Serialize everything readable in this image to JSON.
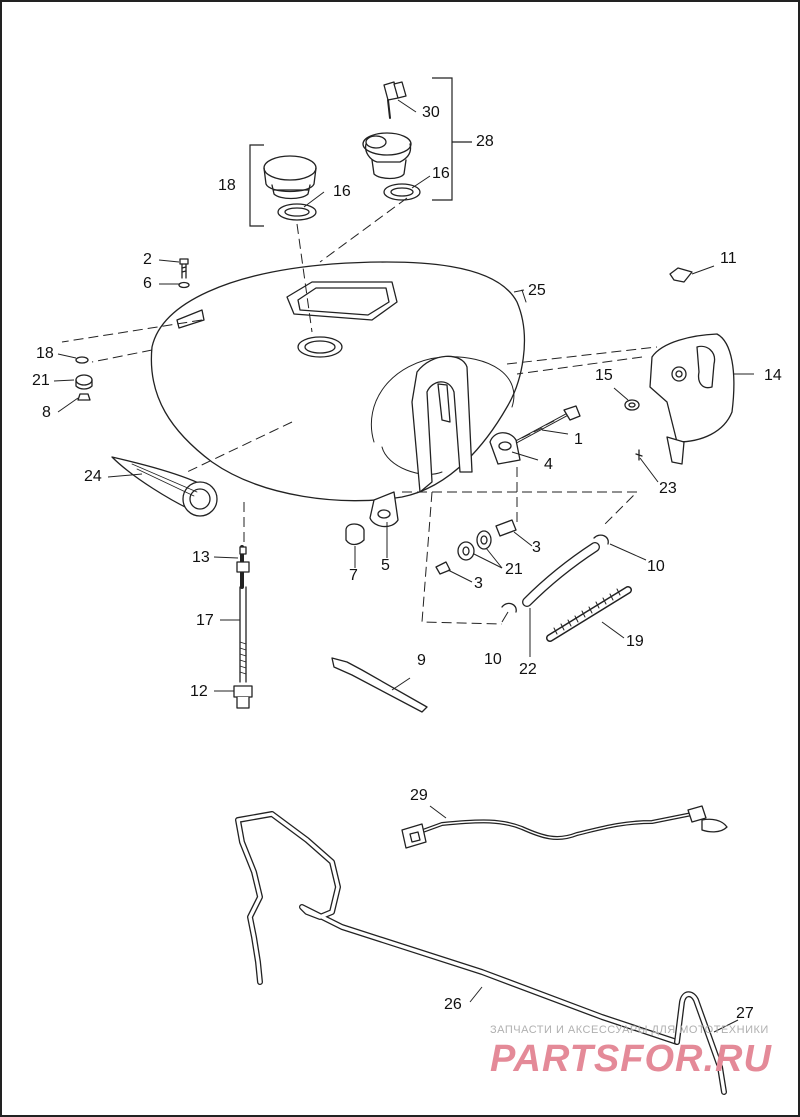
{
  "callouts": {
    "c30": "30",
    "c28": "28",
    "c18": "18",
    "c16a": "16",
    "c16b": "16",
    "c2": "2",
    "c6": "6",
    "c25": "25",
    "c11": "11",
    "c18b": "18",
    "c21a": "21",
    "c8": "8",
    "c14": "14",
    "c15": "15",
    "c1": "1",
    "c4": "4",
    "c23": "23",
    "c24": "24",
    "c5": "5",
    "c7": "7",
    "c3a": "3",
    "c3b": "3",
    "c21b": "21",
    "c10a": "10",
    "c10b": "10",
    "c13": "13",
    "c17": "17",
    "c22": "22",
    "c19": "19",
    "c9": "9",
    "c12": "12",
    "c29": "29",
    "c26": "26",
    "c27": "27"
  },
  "watermark": {
    "caption": "ЗАПЧАСТИ И АКСЕССУАРЫ ДЛЯ МОТОТЕХНИКИ",
    "logo": "PARTSFOR.RU"
  },
  "colors": {
    "line": "#222222",
    "watermark_text": "#b0b0b0",
    "watermark_logo": "#e48a98"
  }
}
